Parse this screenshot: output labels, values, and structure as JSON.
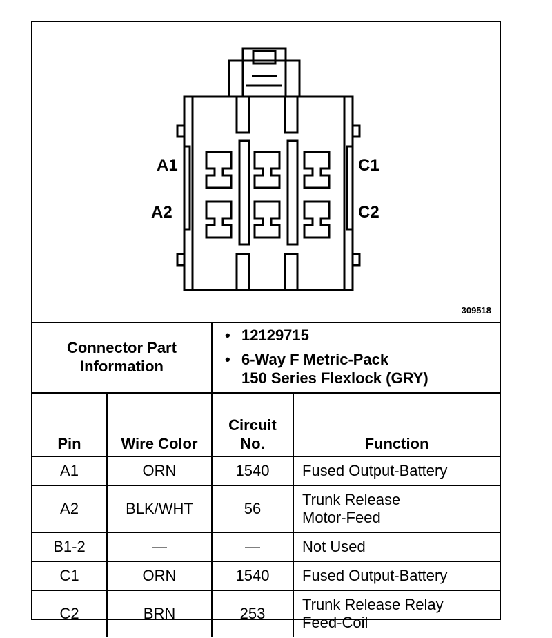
{
  "diagram": {
    "figure_id": "309518",
    "pin_labels": {
      "a1": "A1",
      "a2": "A2",
      "c1": "C1",
      "c2": "C2"
    }
  },
  "connector_info": {
    "label_line1": "Connector Part",
    "label_line2": "Information",
    "part_number": "12129715",
    "description_line1": "6-Way F Metric-Pack",
    "description_line2": "150 Series Flexlock (GRY)"
  },
  "table": {
    "headers": {
      "pin": "Pin",
      "wire_color": "Wire Color",
      "circuit_line1": "Circuit",
      "circuit_line2": "No.",
      "function": "Function"
    },
    "rows": [
      {
        "pin": "A1",
        "wire_color": "ORN",
        "circuit": "1540",
        "function_line1": "Fused Output-Battery",
        "function_line2": ""
      },
      {
        "pin": "A2",
        "wire_color": "BLK/WHT",
        "circuit": "56",
        "function_line1": "Trunk Release",
        "function_line2": "Motor-Feed"
      },
      {
        "pin": "B1-2",
        "wire_color": "—",
        "circuit": "—",
        "function_line1": "Not Used",
        "function_line2": ""
      },
      {
        "pin": "C1",
        "wire_color": "ORN",
        "circuit": "1540",
        "function_line1": "Fused Output-Battery",
        "function_line2": ""
      },
      {
        "pin": "C2",
        "wire_color": "BRN",
        "circuit": "253",
        "function_line1": "Trunk Release Relay",
        "function_line2": "Feed-Coil"
      }
    ]
  }
}
